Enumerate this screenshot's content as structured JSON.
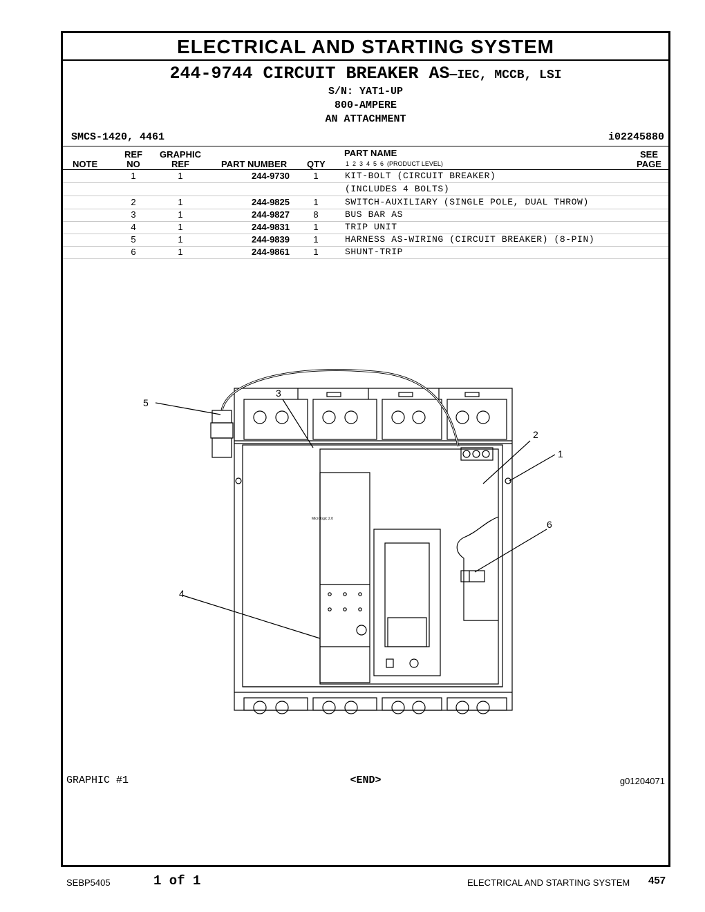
{
  "header": {
    "section_title": "ELECTRICAL AND STARTING SYSTEM",
    "part_no": "244-9744",
    "part_title": "CIRCUIT BREAKER AS",
    "part_suffix": "—IEC, MCCB, LSI",
    "serial": "S/N: YAT1-UP",
    "rating": "800-AMPERE",
    "attachment": "AN ATTACHMENT",
    "smcs": "SMCS-1420, 4461",
    "identifier": "i02245880"
  },
  "table": {
    "headers": {
      "note": "NOTE",
      "ref_no_1": "REF",
      "ref_no_2": "NO",
      "graphic_ref_1": "GRAPHIC",
      "graphic_ref_2": "REF",
      "part_number": "PART NUMBER",
      "qty": "QTY",
      "part_name": "PART NAME",
      "levels": "1  2  3  4  5  6  (PRODUCT LEVEL)",
      "see_page_1": "SEE",
      "see_page_2": "PAGE"
    },
    "rows": [
      {
        "ref_no": "1",
        "graphic_ref": "1",
        "part_number": "244-9730",
        "qty": "1",
        "part_name": "KIT-BOLT (CIRCUIT BREAKER)"
      },
      {
        "ref_no": "",
        "graphic_ref": "",
        "part_number": "",
        "qty": "",
        "part_name": "(INCLUDES 4 BOLTS)"
      },
      {
        "ref_no": "2",
        "graphic_ref": "1",
        "part_number": "244-9825",
        "qty": "1",
        "part_name": "SWITCH-AUXILIARY (SINGLE POLE, DUAL THROW)"
      },
      {
        "ref_no": "3",
        "graphic_ref": "1",
        "part_number": "244-9827",
        "qty": "8",
        "part_name": "BUS BAR AS"
      },
      {
        "ref_no": "4",
        "graphic_ref": "1",
        "part_number": "244-9831",
        "qty": "1",
        "part_name": "TRIP UNIT"
      },
      {
        "ref_no": "5",
        "graphic_ref": "1",
        "part_number": "244-9839",
        "qty": "1",
        "part_name": "HARNESS AS-WIRING (CIRCUIT BREAKER) (8-PIN)"
      },
      {
        "ref_no": "6",
        "graphic_ref": "1",
        "part_number": "244-9861",
        "qty": "1",
        "part_name": "SHUNT-TRIP"
      }
    ]
  },
  "graphic": {
    "title": "GRAPHIC #1",
    "end_marker": "<END>",
    "id": "g01204071",
    "callouts": [
      "1",
      "2",
      "3",
      "4",
      "5",
      "6"
    ],
    "unit_label": "Micrologic 2.0"
  },
  "footer": {
    "doc_code": "SEBP5405",
    "page_of": "1 of 1",
    "section": "ELECTRICAL AND STARTING SYSTEM",
    "page_number": "457"
  }
}
